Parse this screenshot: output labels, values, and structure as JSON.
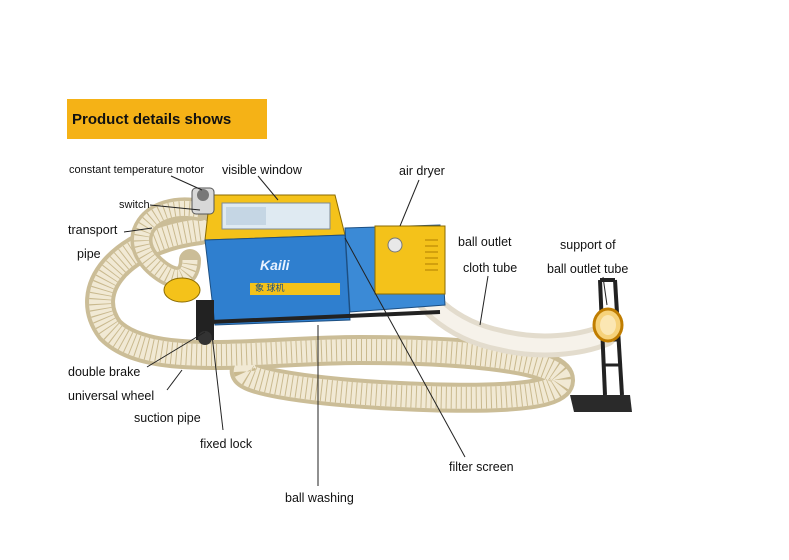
{
  "header": {
    "title": "Product details shows"
  },
  "labels": {
    "constant_temperature_motor": "constant temperature motor",
    "visible_window": "visible window",
    "air_dryer": "air dryer",
    "switch": "switch",
    "transport": "transport",
    "pipe": "pipe",
    "ball_outlet": "ball outlet",
    "cloth_tube": "cloth tube",
    "support_of": "support of",
    "ball_outlet_tube": "ball outlet tube",
    "double_brake": "double brake",
    "universal_wheel": "universal wheel",
    "suction_pipe": "suction pipe",
    "fixed_lock": "fixed lock",
    "filter_screen": "filter screen",
    "ball_washing": "ball washing"
  },
  "machine": {
    "brand": "Kaili",
    "panel_text": "象 球机"
  },
  "colors": {
    "banner": "#f5b216",
    "body_blue": "#2f7fcf",
    "frame_yellow": "#f4c21a",
    "hose": "#e6dcc3",
    "leader": "#222222"
  }
}
